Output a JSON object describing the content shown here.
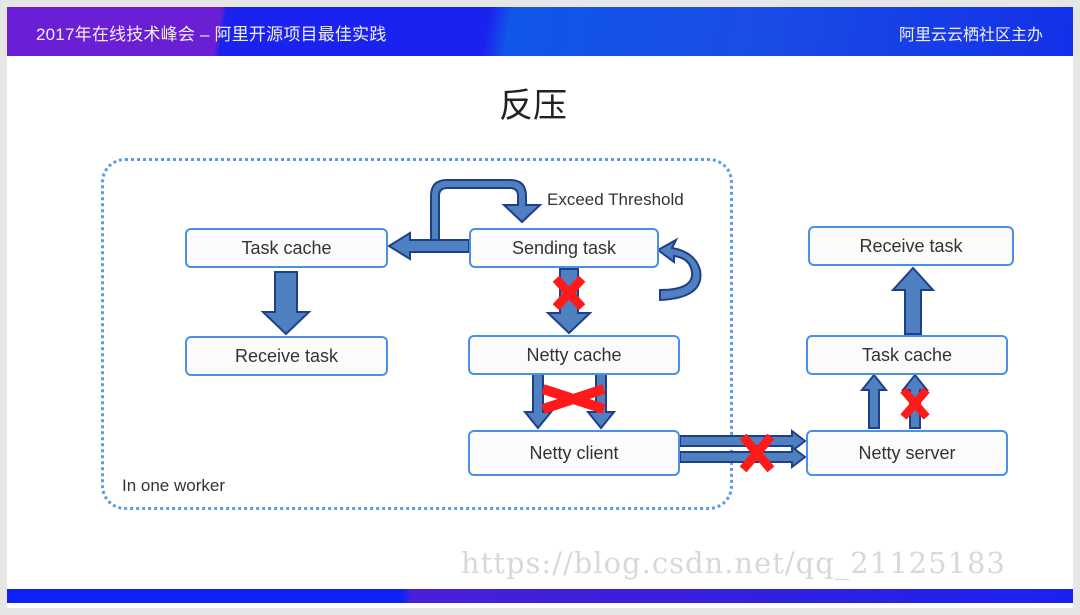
{
  "header": {
    "left_title": "2017年在线技术峰会 – 阿里开源项目最佳实践",
    "right_title": "阿里云云栖社区主办"
  },
  "slide": {
    "title": "反压"
  },
  "diagram": {
    "worker_group_label": "In one worker",
    "annotation_exceed": "Exceed Threshold",
    "nodes": {
      "worker_task_cache": "Task cache",
      "worker_receive_task": "Receive task",
      "sending_task": "Sending task",
      "netty_cache": "Netty cache",
      "netty_client": "Netty client",
      "remote_receive_task": "Receive task",
      "remote_task_cache": "Task cache",
      "netty_server": "Netty server"
    },
    "colors": {
      "box_border": "#4a90e8",
      "arrow_fill": "#4f80c0",
      "arrow_stroke": "#1f3f8a",
      "block_mark": "#ff1a1a",
      "group_border": "#5b9be8"
    }
  },
  "watermark": "https://blog.csdn.net/qq_21125183"
}
